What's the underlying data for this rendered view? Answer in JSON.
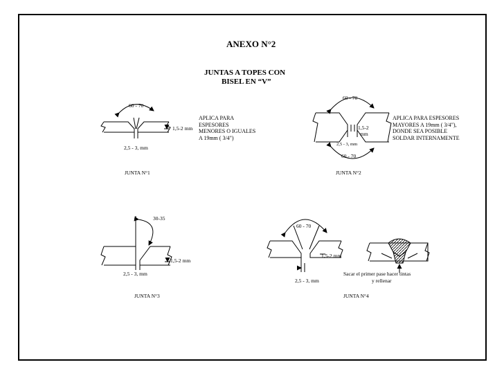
{
  "header": {
    "title": "ANEXO N°2",
    "subtitle_line1": "JUNTAS A TOPES CON",
    "subtitle_line2": "BISEL EN “V”"
  },
  "junta1": {
    "angle": "60 - 70",
    "gap_top": "1,5-2 mm",
    "gap_bottom": "2,5 - 3, mm",
    "note_lines": [
      "APLICA PARA",
      "ESPESORES",
      " MENORES O IGUALES",
      "A 19mm ( 3/4\")"
    ],
    "name": "JUNTA N°1"
  },
  "junta2": {
    "angle_top": "60 - 70",
    "angle_bottom": "60 - 70",
    "gap_top_line1": "1,5-2",
    "gap_top_line2": "mm",
    "gap_bottom": "2,5 - 3, mm",
    "note_lines": [
      "APLICA PARA ESPESORES",
      " MAYORES A 19mm ( 3/4\"),",
      "DONDE SEA POSIBLE",
      "SOLDAR INTERNAMENTE"
    ],
    "name": "JUNTA N°2"
  },
  "junta3": {
    "angle": "30-35",
    "gap_top": "1,5-2 mm",
    "gap_bottom": "2,5 - 3, mm",
    "name": "JUNTA N°3"
  },
  "junta4": {
    "angle": "60 - 70",
    "gap_top": "1,5-2 mm",
    "gap_bottom": "2,5 - 3, mm",
    "note_line1": "Sacar el primer pase hacer tintas",
    "note_line2": "y rellenar",
    "name": "JUNTA N°4"
  }
}
